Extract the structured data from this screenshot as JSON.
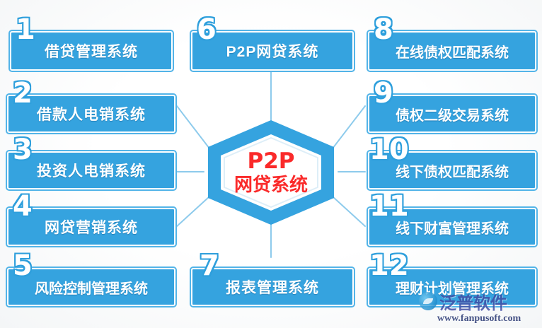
{
  "diagram": {
    "title": "P2P网贷系统",
    "center": {
      "line1": "P2P",
      "line2": "网贷系统",
      "color": "#fa2a2a",
      "shape_color": "#35a3df"
    },
    "node_fill": "#35a3df",
    "node_border": "#53b4e8",
    "connector_color": "#7ec4ea",
    "nodes": [
      {
        "number": "1",
        "label": "借贷管理系统",
        "column": "left",
        "row": 1
      },
      {
        "number": "2",
        "label": "借款人电销系统",
        "column": "left",
        "row": 2
      },
      {
        "number": "3",
        "label": "投资人电销系统",
        "column": "left",
        "row": 3
      },
      {
        "number": "4",
        "label": "网贷营销系统",
        "column": "left",
        "row": 4
      },
      {
        "number": "5",
        "label": "风险控制管理系统",
        "column": "left",
        "row": 5
      },
      {
        "number": "6",
        "label": "P2P网贷系统",
        "column": "center",
        "row": 1
      },
      {
        "number": "7",
        "label": "报表管理系统",
        "column": "center",
        "row": 5
      },
      {
        "number": "8",
        "label": "在线债权匹配系统",
        "column": "right",
        "row": 1
      },
      {
        "number": "9",
        "label": "债权二级交易系统",
        "column": "right",
        "row": 2
      },
      {
        "number": "10",
        "label": "线下债权匹配系统",
        "column": "right",
        "row": 3
      },
      {
        "number": "11",
        "label": "线下财富管理系统",
        "column": "right",
        "row": 4
      },
      {
        "number": "12",
        "label": "理财计划管理系统",
        "column": "right",
        "row": 5
      }
    ]
  },
  "watermark": {
    "brand": "泛普软件",
    "url": "www.fanpusoft.com"
  }
}
